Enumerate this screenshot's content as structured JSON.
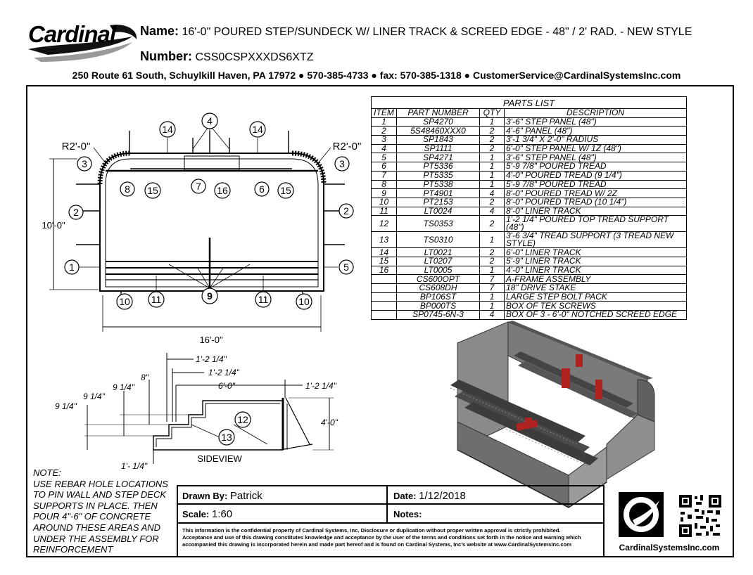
{
  "header": {
    "brand": "Cardinal",
    "name_label": "Name:",
    "name_value": "16'-0\" POURED STEP/SUNDECK W/ LINER TRACK & SCREED EDGE - 48\" / 2' RAD. - NEW STYLE",
    "number_label": "Number:",
    "number_value": "CSS0CSPXXXDS6XTZ",
    "address": "250 Route 61 South, Schuylkill Haven, PA 17972 ● 570-385-4733 ● fax: 570-385-1318 ● CustomerService@CardinalSystemsInc.com"
  },
  "plan_view": {
    "radius_left": "R2'-0\"",
    "radius_right": "R2'-0\"",
    "height_dim": "10'-0\"",
    "width_dim": "16'-0\"",
    "callouts": {
      "c14a": "14",
      "c4": "4",
      "c14b": "14",
      "c3a": "3",
      "c3b": "3",
      "c8": "8",
      "c15a": "15",
      "c7": "7",
      "c16": "16",
      "c6": "6",
      "c15b": "15",
      "c2a": "2",
      "c2b": "2",
      "c1": "1",
      "c5": "5",
      "c10a": "10",
      "c11a": "11",
      "c9": "9",
      "c11b": "11",
      "c10b": "10"
    }
  },
  "side_view": {
    "label": "SIDEVIEW",
    "dim_a": "1'-2 1/4\"",
    "dim_b": "1'-2 1/4\"",
    "dim_c": "6'-0\"",
    "dim_d": "1'-2 1/4\"",
    "dim_e": "8\"",
    "dim_f": "9 1/4\"",
    "dim_g": "9 1/4\"",
    "dim_h": "9 1/4\"",
    "dim_i": "4'-0\"",
    "dim_j": "1'- 1/4\"",
    "callout_12": "12",
    "callout_13": "13"
  },
  "parts_list": {
    "title": "PARTS LIST",
    "headers": [
      "ITEM",
      "PART NUMBER",
      "QTY",
      "DESCRIPTION"
    ],
    "rows": [
      [
        "1",
        "SP4270",
        "1",
        "3'-6\" STEP PANEL (48\")"
      ],
      [
        "2",
        "5S48460XXX0",
        "2",
        "4'-6\" PANEL (48\")"
      ],
      [
        "3",
        "SP1843",
        "2",
        "3'-1 3/4\" X 2'-0\" RADIUS"
      ],
      [
        "4",
        "SP1111",
        "2",
        "6'-0\" STEP PANEL W/ 1Z (48\")"
      ],
      [
        "5",
        "SP4271",
        "1",
        "3'-6\" STEP PANEL (48\")"
      ],
      [
        "6",
        "PT5336",
        "1",
        "5'-9 7/8\" POURED TREAD"
      ],
      [
        "7",
        "PT5335",
        "1",
        "4'-0\" POURED TREAD (9 1/4\")"
      ],
      [
        "8",
        "PT5338",
        "1",
        "5'-9 7/8\" POURED TREAD"
      ],
      [
        "9",
        "PT4901",
        "4",
        "8'-0\" POURED TREAD W/ 2Z"
      ],
      [
        "10",
        "PT2153",
        "2",
        "8'-0\" POURED TREAD (10 1/4\")"
      ],
      [
        "11",
        "LT0024",
        "4",
        "8'-0\" LINER TRACK"
      ],
      [
        "12",
        "TS0353",
        "2",
        "1'-2 1/4\" POURED TOP TREAD SUPPORT (48\")"
      ],
      [
        "13",
        "TS0310",
        "1",
        "3'-6 3/4\" TREAD SUPPORT (3 TREAD NEW STYLE)"
      ],
      [
        "14",
        "LT0021",
        "2",
        "6'-0\" LINER TRACK"
      ],
      [
        "15",
        "LT0207",
        "2",
        "5'-9\" LINER TRACK"
      ],
      [
        "16",
        "LT0005",
        "1",
        "4'-0\" LINER TRACK"
      ],
      [
        "",
        "CS600OPT",
        "7",
        "A-FRAME ASSEMBLY"
      ],
      [
        "",
        "CS608DH",
        "7",
        "18\" DRIVE STAKE"
      ],
      [
        "",
        "BP106ST",
        "1",
        "LARGE STEP BOLT PACK"
      ],
      [
        "",
        "BP000TS",
        "1",
        "BOX OF TEK SCREWS"
      ],
      [
        "",
        "SP0745-6N-3",
        "4",
        "BOX OF 3 - 6'-0\" NOTCHED SCREED EDGE"
      ]
    ]
  },
  "note": {
    "title": "NOTE:",
    "body": "USE REBAR HOLE LOCATIONS TO PIN WALL AND STEP DECK SUPPORTS IN PLACE. THEN POUR 4\"-6\" OF CONCRETE AROUND THESE AREAS AND UNDER THE ASSEMBLY FOR REINFORCEMENT"
  },
  "title_block": {
    "drawn_by_label": "Drawn By:",
    "drawn_by_value": "Patrick",
    "date_label": "Date:",
    "date_value": "1/12/2018",
    "scale_label": "Scale:",
    "scale_value": "1:60",
    "notes_label": "Notes:",
    "notes_value": "",
    "disclaimer_1": "This information is the confidential property of Cardinal Systems, Inc. Disclosure or duplication without proper written approval is strictly prohibited.",
    "disclaimer_2": "Acceptance and use of this drawing constitutes knowledge and acceptance by the user of the terms and conditions set forth in the notice and warning which",
    "disclaimer_3": "accompanied this drawing is incorporated herein and made part hereof and is found on Cardinal Systems, Inc's website at www.CardinalSystemsInc.com"
  },
  "footer": {
    "website": "CardinalSystemsInc.com"
  },
  "colors": {
    "panel_gray": "#6e6e6e",
    "panel_dark": "#3c3c3c",
    "bracket_red": "#b0221f"
  }
}
